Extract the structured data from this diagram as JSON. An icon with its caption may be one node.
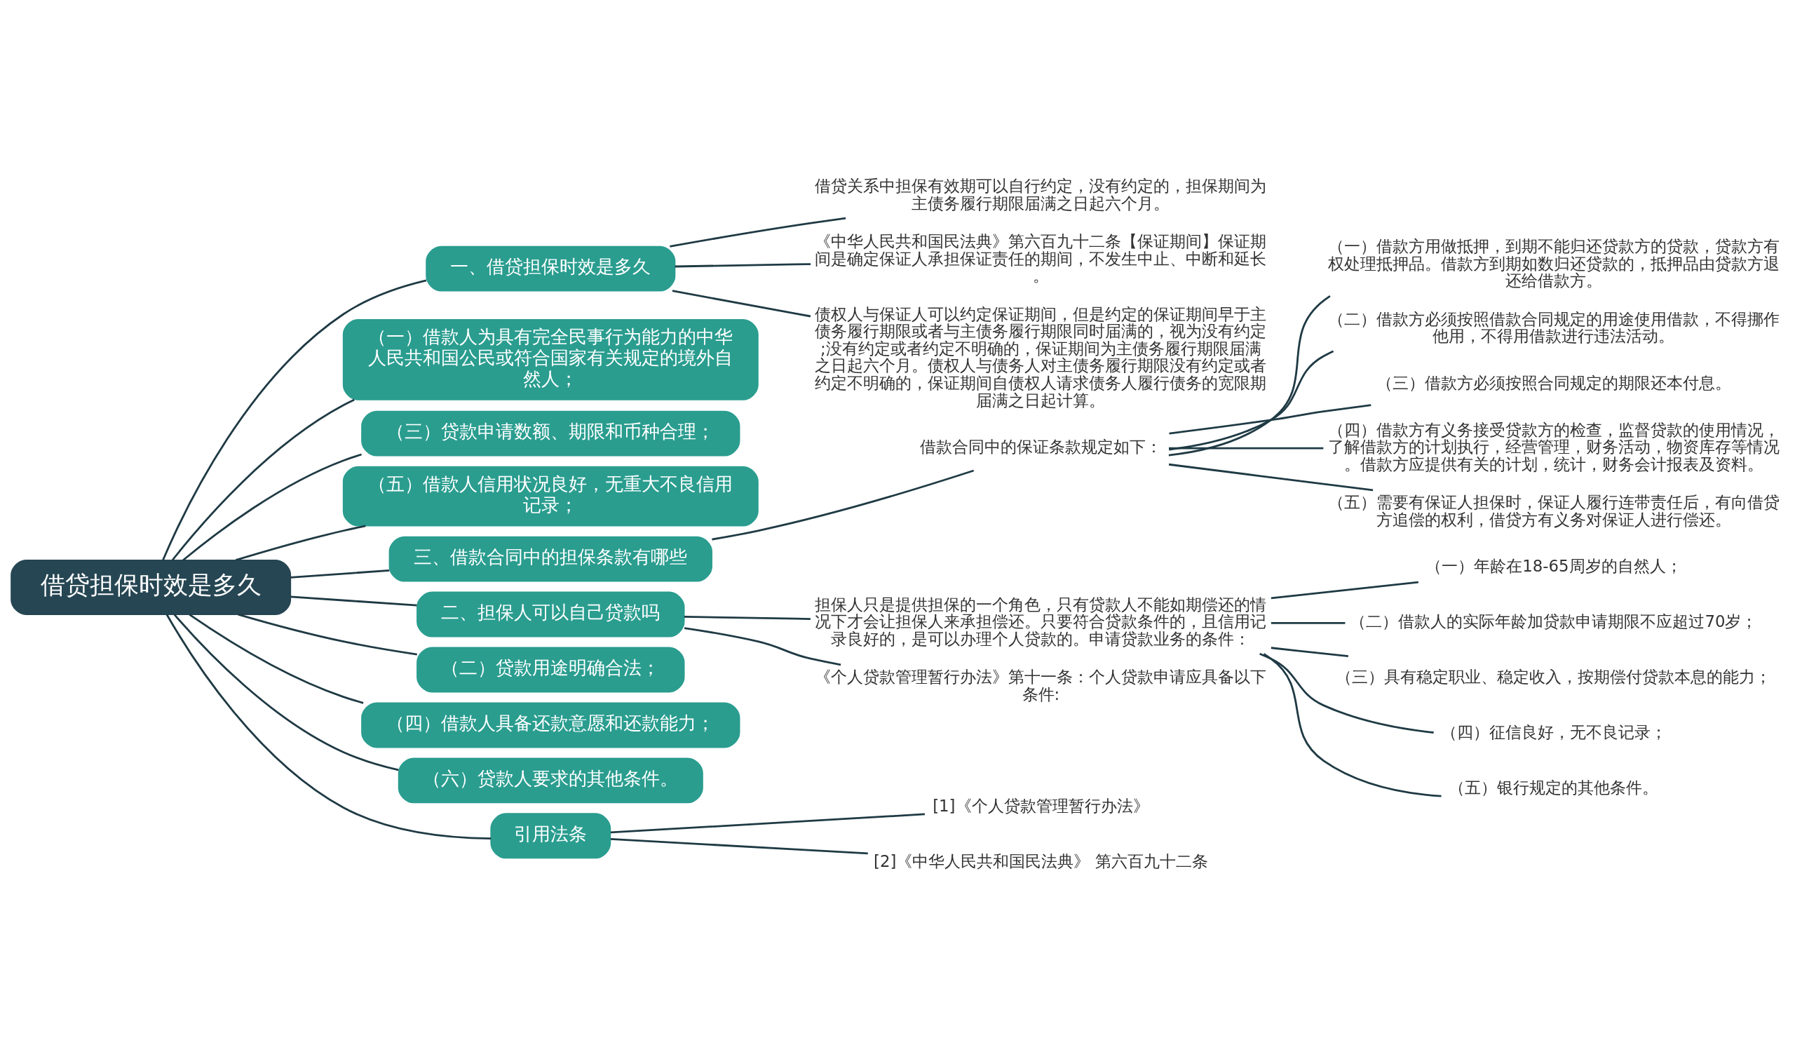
{
  "diagram": {
    "nodes": [
      {
        "text": [
          "借贷担保时效是多久"
        ]
      },
      {
        "text": [
          "一、借贷担保时效是多久"
        ]
      },
      {
        "text": [
          "借贷关系中担保有效期可以自行约定，没有约定的，担保期间为主债务履行期限届满之日起六个月。"
        ]
      },
      {
        "text": [
          "《中华人民共和国民法典》第六百九十二条【保证期间】保证期间是确定保证人承担保证责任的期间，不发生中止、中断和延长。"
        ]
      },
      {
        "text": [
          "债权人与保证人可以约定保证期间，但是约定的保证期间早于主债务履行期限或者与主债务履行期限同时届满的，视为没有约定;没有约定或者约定不明确的，保证期间为主债务履行期限届满之日起六个月。债权人与债务人对主债务履行期限没有约定或者约定不明确的，保证期间自债权人请求债务人履行债务的宽限期届满之日起计算。"
        ]
      },
      {
        "text": [
          "（一）借款人为具有完全民事行为能力的中华人民共和国公民或符合国家有关规定的境外自然人；"
        ]
      },
      {
        "text": [
          "（三）贷款申请数额、期限和币种合理；"
        ]
      },
      {
        "text": [
          "（五）借款人信用状况良好，无重大不良信用记录；"
        ]
      },
      {
        "text": [
          "三、借款合同中的担保条款有哪些"
        ]
      },
      {
        "text": [
          "借款合同中的保证条款规定如下："
        ]
      },
      {
        "text": [
          "（一）借款方用做抵押，到期不能归还贷款方的贷款，贷款方有权处理抵押品。借款方到期如数归还贷款的，抵押品由贷款方退还给借款方。"
        ]
      },
      {
        "text": [
          "（二）借款方必须按照借款合同规定的用途使用借款，不得挪作他用，不得用借款进行违法活动。"
        ]
      },
      {
        "text": [
          "（三）借款方必须按照合同规定的期限还本付息。"
        ]
      },
      {
        "text": [
          "（四）借款方有义务接受贷款方的检查，监督贷款的使用情况，了解借款方的计划执行，经营管理，财务活动，物资库存等情况。借款方应提供有关的计划，统计，财务会计报表及资料。"
        ]
      },
      {
        "text": [
          "（五）需要有保证人担保时，保证人履行连带责任后，有向借贷方追偿的权利，借贷方有义务对保证人进行偿还。"
        ]
      },
      {
        "text": [
          "二、担保人可以自己贷款吗"
        ]
      },
      {
        "text": [
          "担保人只是提供担保的一个角色，只有贷款人不能如期偿还的情况下才会让担保人来承担偿还。只要符合贷款条件的，且信用记录良好的，是可以办理个人贷款的。申请贷款业务的条件："
        ]
      },
      {
        "text": [
          "（一）年龄在18-65周岁的自然人；"
        ]
      },
      {
        "text": [
          "（二）借款人的实际年龄加贷款申请期限不应超过70岁；"
        ]
      },
      {
        "text": [
          "（三）具有稳定职业、稳定收入，按期偿付贷款本息的能力；"
        ]
      },
      {
        "text": [
          "（四）征信良好，无不良记录；"
        ]
      },
      {
        "text": [
          "（五）银行规定的其他条件。"
        ]
      },
      {
        "text": [
          "《个人贷款管理暂行办法》第十一条：个人贷款申请应具备以下条件:"
        ]
      },
      {
        "text": [
          "（二）贷款用途明确合法；"
        ]
      },
      {
        "text": [
          "（四）借款人具备还款意愿和还款能力；"
        ]
      },
      {
        "text": [
          "（六）贷款人要求的其他条件。"
        ]
      },
      {
        "text": [
          "引用法条"
        ]
      },
      {
        "text": [
          "[1]《个人贷款管理暂行办法》"
        ]
      },
      {
        "text": [
          "[2]《中华人民共和国民法典》 第六百九十二条"
        ]
      }
    ],
    "edges": [
      {
        "from": 0,
        "to": 1,
        "arrow": "none"
      },
      {
        "from": 1,
        "to": 2,
        "arrow": "none"
      },
      {
        "from": 1,
        "to": 3,
        "arrow": "none"
      },
      {
        "from": 1,
        "to": 4,
        "arrow": "none"
      },
      {
        "from": 0,
        "to": 5,
        "arrow": "none"
      },
      {
        "from": 0,
        "to": 6,
        "arrow": "none"
      },
      {
        "from": 0,
        "to": 7,
        "arrow": "none"
      },
      {
        "from": 0,
        "to": 8,
        "arrow": "none"
      },
      {
        "from": 8,
        "to": 9,
        "arrow": "none"
      },
      {
        "from": 9,
        "to": 10,
        "arrow": "none"
      },
      {
        "from": 9,
        "to": 11,
        "arrow": "none"
      },
      {
        "from": 9,
        "to": 12,
        "arrow": "none"
      },
      {
        "from": 9,
        "to": 13,
        "arrow": "none"
      },
      {
        "from": 9,
        "to": 14,
        "arrow": "none"
      },
      {
        "from": 0,
        "to": 15,
        "arrow": "none"
      },
      {
        "from": 15,
        "to": 16,
        "arrow": "none"
      },
      {
        "from": 16,
        "to": 17,
        "arrow": "none"
      },
      {
        "from": 16,
        "to": 18,
        "arrow": "none"
      },
      {
        "from": 16,
        "to": 19,
        "arrow": "none"
      },
      {
        "from": 16,
        "to": 20,
        "arrow": "none"
      },
      {
        "from": 16,
        "to": 21,
        "arrow": "none"
      },
      {
        "from": 15,
        "to": 22,
        "arrow": "none"
      },
      {
        "from": 0,
        "to": 23,
        "arrow": "none"
      },
      {
        "from": 0,
        "to": 24,
        "arrow": "none"
      },
      {
        "from": 0,
        "to": 25,
        "arrow": "none"
      },
      {
        "from": 0,
        "to": 26,
        "arrow": "none"
      },
      {
        "from": 26,
        "to": 27,
        "arrow": "none"
      },
      {
        "from": 26,
        "to": 28,
        "arrow": "none"
      }
    ]
  }
}
